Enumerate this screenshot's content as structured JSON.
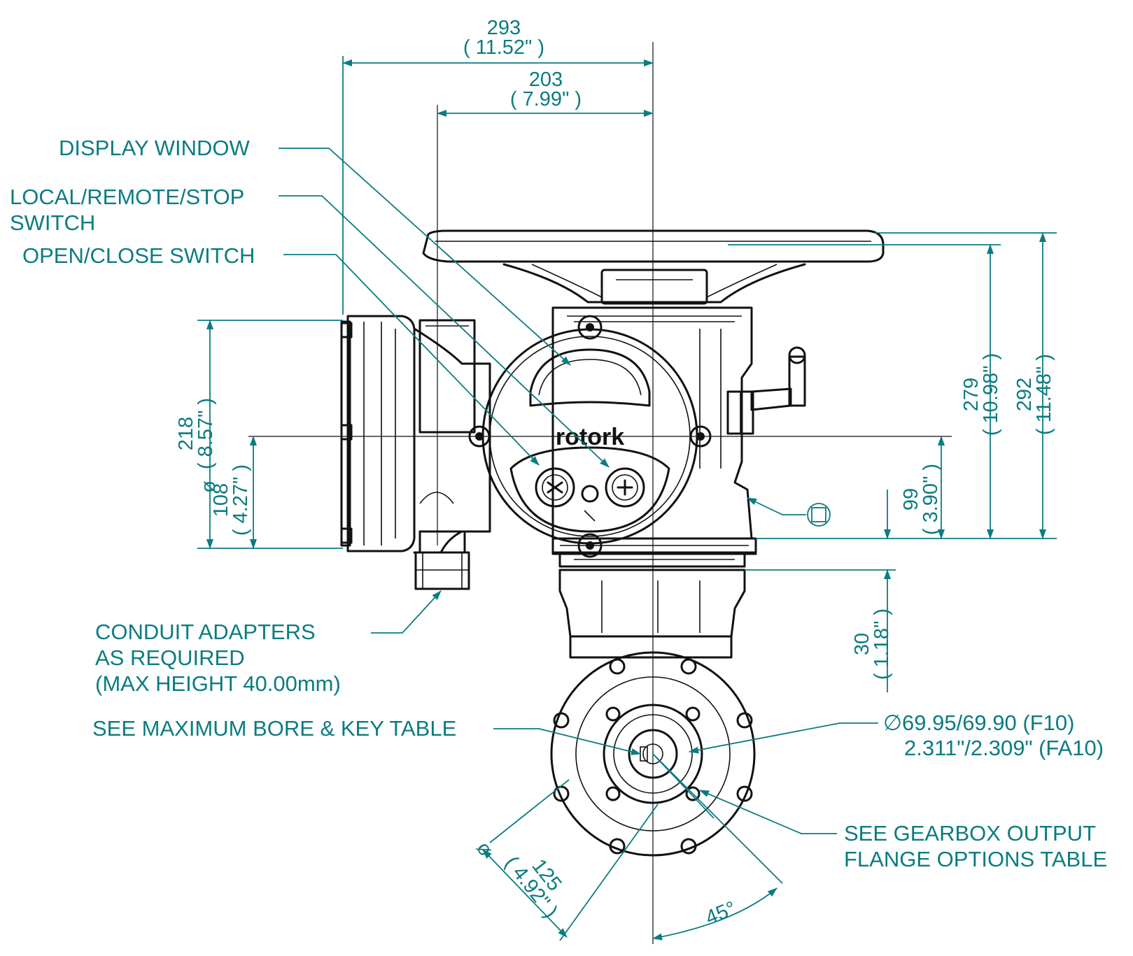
{
  "callouts": {
    "display_window": "DISPLAY WINDOW",
    "local_remote_stop": [
      "LOCAL/REMOTE/STOP",
      "SWITCH"
    ],
    "open_close": "OPEN/CLOSE SWITCH",
    "conduit": [
      "CONDUIT ADAPTERS",
      "AS REQUIRED",
      "(MAX HEIGHT 40.00mm)"
    ],
    "bore_key": "SEE MAXIMUM BORE & KEY TABLE",
    "flange_dia": [
      "∅69.95/69.90 (F10)",
      "2.311\"/2.309\" (FA10)"
    ],
    "gearbox": [
      "SEE GEARBOX OUTPUT",
      "FLANGE OPTIONS TABLE"
    ]
  },
  "dimensions": {
    "width_293": [
      "293",
      "( 11.52\" )"
    ],
    "width_203": [
      "203",
      "( 7.99\" )"
    ],
    "height_218": [
      "218",
      "( 8.57\" )"
    ],
    "height_108": [
      "108",
      "( 4.27\" )"
    ],
    "height_279": [
      "279",
      "( 10.98\" )"
    ],
    "height_292": [
      "292",
      "( 11.48\" )"
    ],
    "height_99": [
      "99",
      "( 3.90\" )"
    ],
    "height_30": [
      "30",
      "( 1.18\" )"
    ],
    "diameter_125": [
      "125",
      "( 4.92\" )"
    ],
    "angle": "45°",
    "diameter_symbol": "ø"
  },
  "logo_text": "rotork",
  "colors": {
    "annotation": "#0b7c80",
    "linework": "#111111",
    "background": "#ffffff"
  }
}
